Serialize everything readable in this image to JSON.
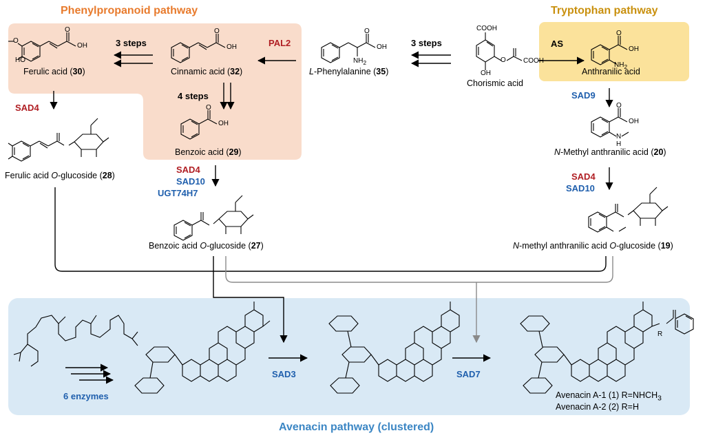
{
  "pathways": {
    "phenylpropanoid": {
      "title": "Phenylpropanoid pathway",
      "color": "#e87b2d",
      "bg": "#f9dccb"
    },
    "tryptophan": {
      "title": "Tryptophan pathway",
      "color": "#c9900e",
      "bg": "#fbe29b"
    },
    "avenacin": {
      "title": "Avenacin pathway (clustered)",
      "color": "#3b86c4",
      "bg": "#d9e9f5"
    }
  },
  "compounds": {
    "ferulic_acid": {
      "name": "Ferulic acid (",
      "num": "30"
    },
    "cinnamic_acid": {
      "name": "Cinnamic acid (",
      "num": "32"
    },
    "l_phe": {
      "prefix": "L",
      "name": "-Phenylalanine (",
      "num": "35"
    },
    "chorismic_acid": {
      "name": "Chorismic acid"
    },
    "anthranilic_acid": {
      "name": "Anthranilic acid"
    },
    "benzoic_acid": {
      "name": "Benzoic acid (",
      "num": "29"
    },
    "ferulic_glucoside": {
      "name": "Ferulic acid ",
      "italic": "O",
      "rest": "-glucoside (",
      "num": "28"
    },
    "benzoic_glucoside": {
      "name": "Benzoic acid ",
      "italic": "O",
      "rest": "-glucoside (",
      "num": "27"
    },
    "n_methyl_anthranilic": {
      "italic": "N",
      "rest": "-Methyl anthranilic acid (",
      "num": "20"
    },
    "n_methyl_glucoside": {
      "italic1": "N",
      "mid": "-methyl anthranilic acid ",
      "italic2": "O",
      "rest": "-glucoside (",
      "num": "19"
    },
    "avenacin_a1": "Avenacin A-1 (1) R=NHCH",
    "avenacin_a1_sub": "3",
    "avenacin_a2": "Avenacin A-2 (2) R=H"
  },
  "enzymes": {
    "pal2": "PAL2",
    "as": "AS",
    "sad4": "SAD4",
    "sad9": "SAD9",
    "sad10": "SAD10",
    "ugt74h7": "UGT74H7",
    "sad3": "SAD3",
    "sad7": "SAD7",
    "six_enzymes": "6 enzymes"
  },
  "steps": {
    "three_a": "3 steps",
    "three_b": "3 steps",
    "four": "4 steps"
  },
  "atoms": {
    "oh": "OH",
    "ho": "HO",
    "o": "O",
    "cooh": "COOH",
    "nh2": "NH",
    "nh2_sub": "2",
    "n": "N",
    "h": "H",
    "r": "R"
  },
  "colors": {
    "red": "#b01e23",
    "blue": "#1f5fad",
    "line": "#000000",
    "gray_line": "#8a8a8a"
  }
}
